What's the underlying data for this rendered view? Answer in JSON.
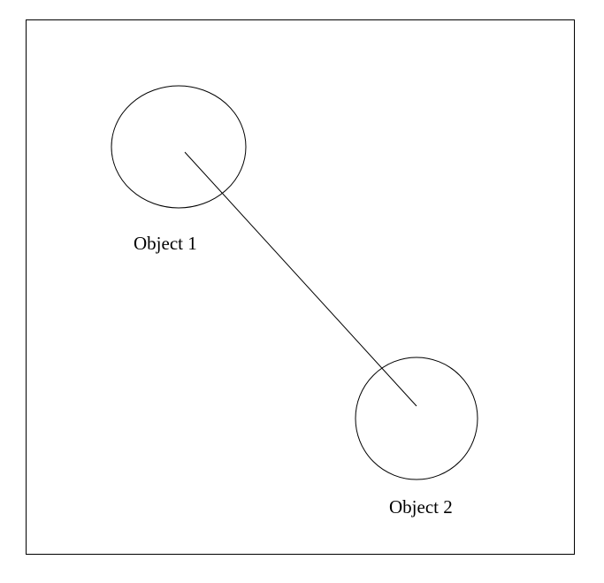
{
  "diagram": {
    "objects": [
      {
        "label": "Object 1"
      },
      {
        "label": "Object 2"
      }
    ],
    "connection": {
      "from": "Object 1",
      "to": "Object 2"
    },
    "colors": {
      "stroke": "#000000",
      "background": "#ffffff"
    }
  }
}
